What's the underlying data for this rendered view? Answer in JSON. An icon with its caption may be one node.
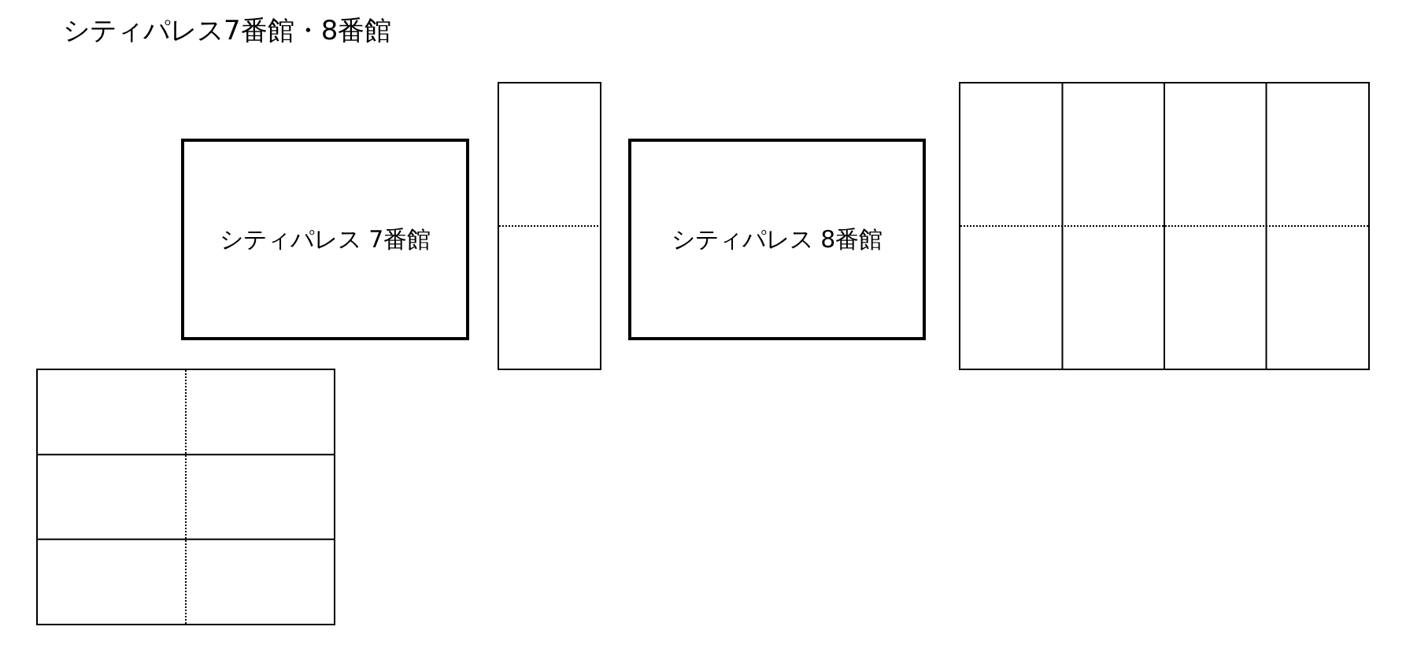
{
  "diagram": {
    "title": "シティパレス7番館・8番館",
    "nodes": [
      {
        "text": [],
        "shape": "box"
      },
      {
        "text": [],
        "shape": "box"
      },
      {
        "text": [
          "シティパレス 7番館"
        ]
      },
      {
        "text": [
          "シティパレス 8番館"
        ]
      },
      {
        "text": [],
        "shape": "box"
      }
    ]
  }
}
